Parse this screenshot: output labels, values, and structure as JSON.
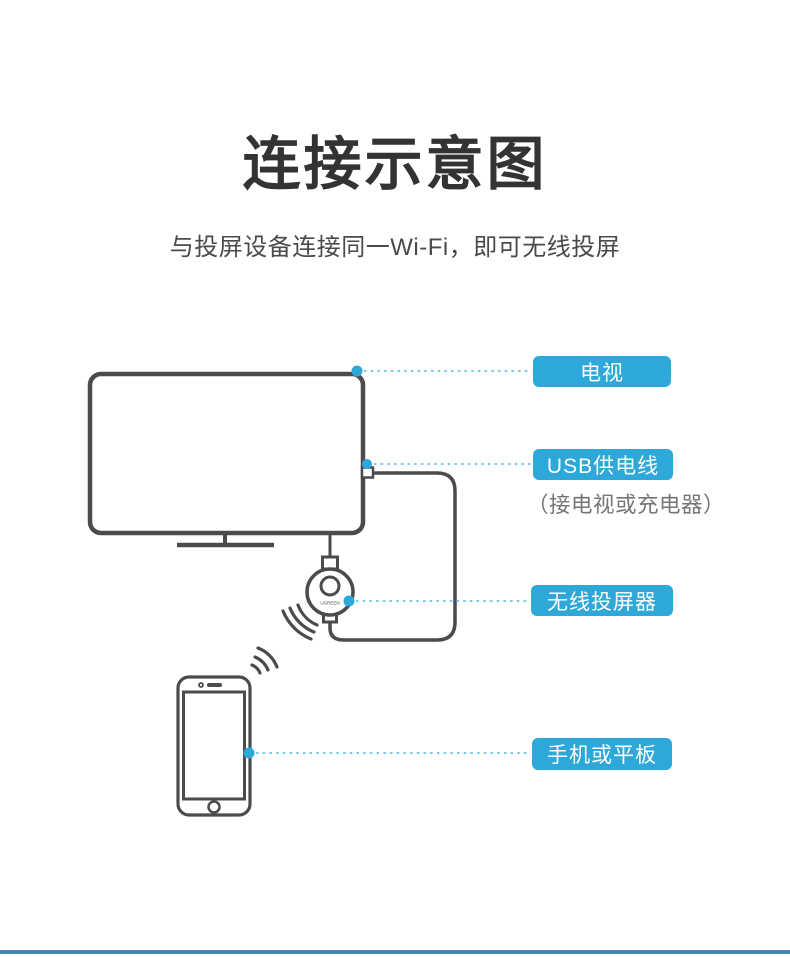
{
  "page": {
    "title": "连接示意图",
    "subtitle": "与投屏设备连接同一Wi-Fi，即可无线投屏"
  },
  "labels": {
    "tv": "电视",
    "usb_cable": "USB供电线",
    "usb_cable_note": "（接电视或充电器）",
    "dongle": "无线投屏器",
    "phone": "手机或平板"
  },
  "device": {
    "brand": "UGREEN"
  },
  "colors": {
    "accent_blue": "#2ea8d8",
    "leader_line_blue": "#79c9ee",
    "line_art_gray": "#4b4b4d",
    "note_gray": "#757575",
    "title_gray": "#333333",
    "subtitle_gray": "#4a4a4a",
    "bottom_bar_blue": "#4687b2"
  }
}
